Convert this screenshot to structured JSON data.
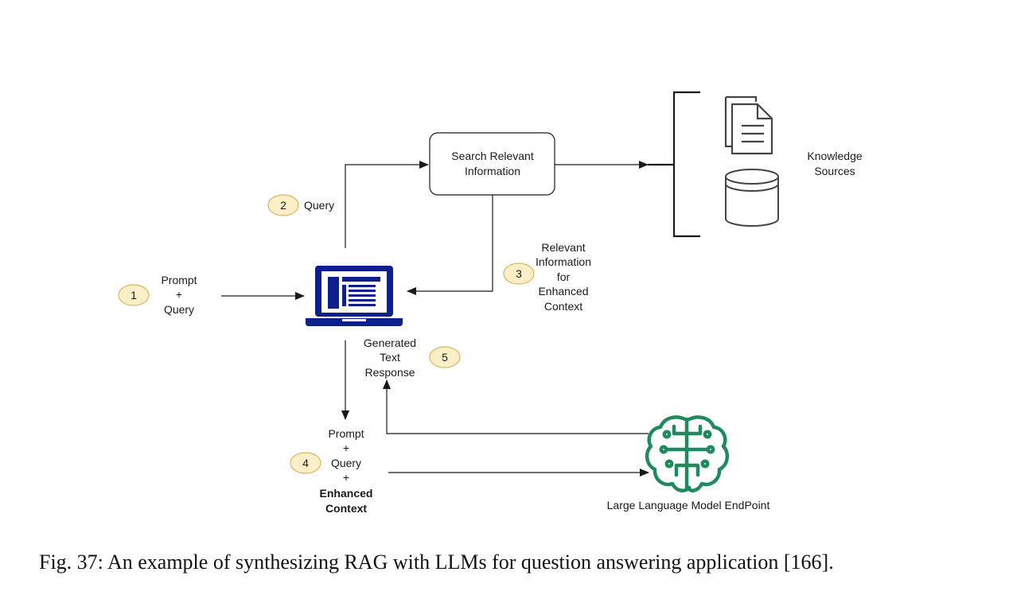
{
  "search_box": {
    "line1": "Search Relevant",
    "line2": "Information"
  },
  "knowledge_sources": {
    "line1": "Knowledge",
    "line2": "Sources"
  },
  "steps": {
    "step1": {
      "number": "1",
      "lines": [
        "Prompt",
        "+",
        "Query"
      ]
    },
    "step2": {
      "number": "2",
      "label": "Query"
    },
    "step3": {
      "number": "3",
      "lines": [
        "Relevant",
        "Information",
        "for",
        "Enhanced",
        "Context"
      ]
    },
    "step4": {
      "number": "4",
      "lines": [
        "Prompt",
        "+",
        "Query",
        "+"
      ],
      "bold_lines": [
        "Enhanced",
        "Context"
      ]
    },
    "step5": {
      "number": "5",
      "lines": [
        "Generated",
        "Text",
        "Response"
      ]
    }
  },
  "llm": {
    "label": "Large Language Model EndPoint"
  },
  "caption": "Fig. 37: An example of synthesizing RAG with LLMs for question answering application [166].",
  "colors": {
    "badge_fill": "#FCEFC7",
    "badge_stroke": "#D9B65E",
    "laptop": "#0D1F8C",
    "llm_brain": "#1F8A5E",
    "line": "#1a1a1a"
  },
  "icons": [
    "document-stack-icon",
    "database-icon",
    "laptop-icon",
    "brain-circuit-icon"
  ]
}
